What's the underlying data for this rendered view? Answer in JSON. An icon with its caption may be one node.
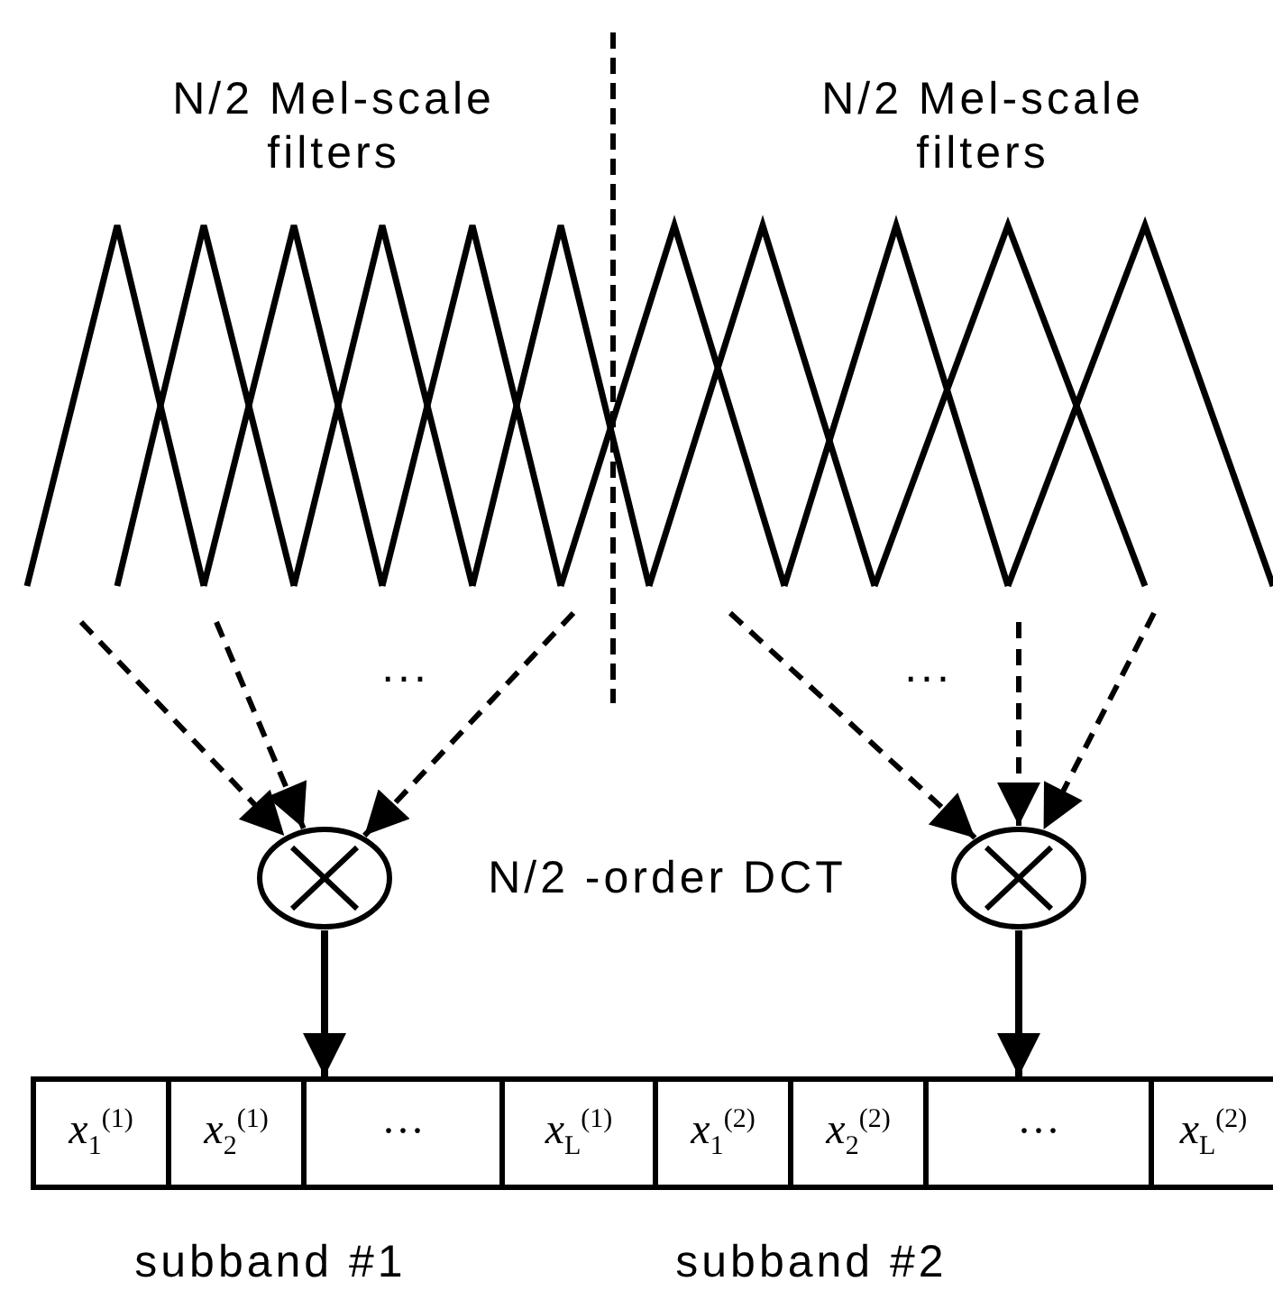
{
  "diagram": {
    "nodes": [
      {
        "text": [],
        "shape": "circle"
      },
      {
        "text": [],
        "shape": "circle"
      },
      {
        "text": [
          "*x*$_{1}$$^{(1)}$"
        ]
      },
      {
        "text": [
          "*x*$_{2}$$^{(1)}$"
        ]
      },
      {
        "text": [
          "···"
        ]
      },
      {
        "text": [
          "*x*$_{L}$$^{(1)}$"
        ]
      },
      {
        "text": [
          "*x*$_{1}$$^{(2)}$"
        ]
      },
      {
        "text": [
          "*x*$_{2}$$^{(2)}$"
        ]
      },
      {
        "text": [
          "···"
        ]
      },
      {
        "text": [
          "*x*$_{L}$$^{(2)}$"
        ]
      }
    ],
    "edges": [
      {
        "from": null,
        "to": 0,
        "arrow": "to",
        "style": "dashed"
      },
      {
        "from": null,
        "to": 0,
        "arrow": "to",
        "style": "dashed"
      },
      {
        "from": null,
        "to": 0,
        "arrow": "to",
        "style": "dashed"
      },
      {
        "from": null,
        "to": 1,
        "arrow": "to",
        "style": "dashed"
      },
      {
        "from": null,
        "to": 1,
        "arrow": "to",
        "style": "dashed"
      },
      {
        "from": null,
        "to": 1,
        "arrow": "to",
        "style": "dashed"
      },
      {
        "from": 0,
        "to": 4,
        "arrow": "to"
      },
      {
        "from": 1,
        "to": 8,
        "arrow": "to"
      }
    ],
    "labels": [
      "N/2 Mel-scale filters",
      "N/2 Mel-scale filters",
      "...",
      "...",
      "N/2 -order DCT",
      "subband #1",
      "subband #2"
    ]
  }
}
